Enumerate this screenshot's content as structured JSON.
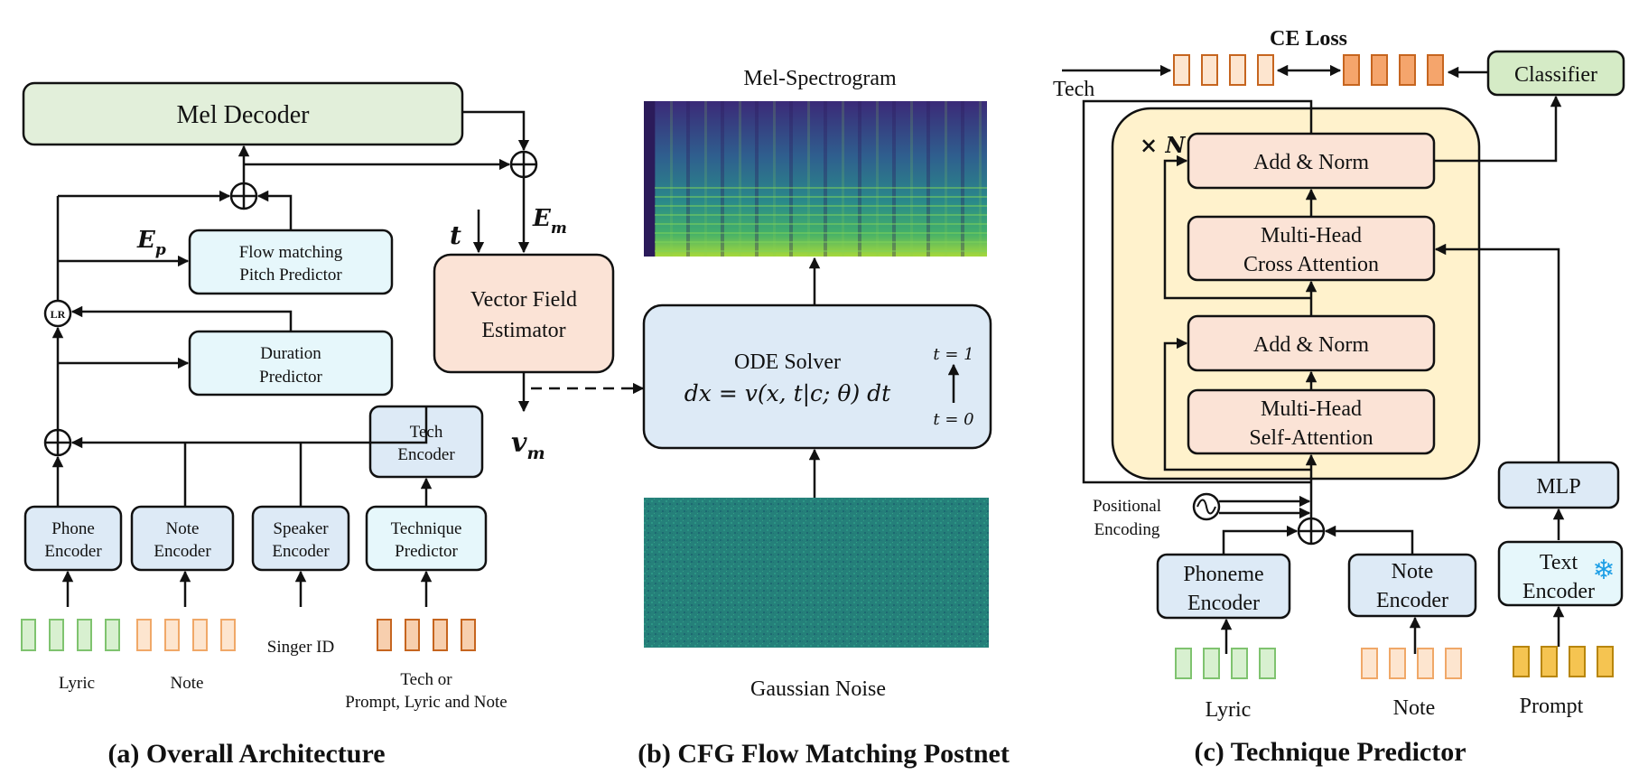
{
  "colors": {
    "mel_decoder_fill": "#e2efda",
    "light_blue_fill": "#ddeaf6",
    "cyan_fill": "#e6f7fb",
    "peach_fill": "#fbe3d6",
    "yellow_bg": "#fff2cc",
    "green_token": "#d8f0d0",
    "green_token_stroke": "#7fc36f",
    "light_orange_token": "#fde5cf",
    "light_orange_stroke": "#f0a868",
    "orange_token": "#f5a56c",
    "orange_token_stroke": "#c6651f",
    "yellow_token": "#f5c451",
    "yellow_token_stroke": "#b8860b",
    "classifier_fill": "#d5ebc6",
    "snowflake": "#1e9fe6",
    "spectrogram_low": "#3b1f6e",
    "spectrogram_high": "#a6d83b",
    "noise": "#25807a"
  },
  "panel_a": {
    "mel_decoder": "Mel Decoder",
    "ep_label": "E",
    "ep_sub": "p",
    "flow_pitch_line1": "Flow matching",
    "flow_pitch_line2": "Pitch Predictor",
    "lr_label": "LR",
    "duration_line1": "Duration",
    "duration_line2": "Predictor",
    "tech_encoder_line1": "Tech",
    "tech_encoder_line2": "Encoder",
    "phone_encoder_line1": "Phone",
    "phone_encoder_line2": "Encoder",
    "note_encoder_line1": "Note",
    "note_encoder_line2": "Encoder",
    "speaker_encoder_line1": "Speaker",
    "speaker_encoder_line2": "Encoder",
    "technique_predictor_line1": "Technique",
    "technique_predictor_line2": "Predictor",
    "input_lyric": "Lyric",
    "input_note": "Note",
    "input_singer": "Singer ID",
    "input_tech_line1": "Tech or",
    "input_tech_line2": "Prompt, Lyric and Note",
    "caption": "(a) Overall Architecture"
  },
  "panel_b": {
    "t_label": "t",
    "em_label": "E",
    "em_sub": "m",
    "vfe_line1": "Vector Field",
    "vfe_line2": "Estimator",
    "vm_label": "v",
    "vm_sub": "m",
    "mel_spectrogram": "Mel-Spectrogram",
    "ode_title": "ODE Solver",
    "ode_equation": "dx = v(x, t|c; θ) dt",
    "t_top": "t = 1",
    "t_bottom": "t = 0",
    "gaussian_noise": "Gaussian Noise",
    "caption": "(b) CFG Flow Matching Postnet"
  },
  "panel_c": {
    "ce_loss": "CE Loss",
    "tech": "Tech",
    "classifier": "Classifier",
    "times_n": "× N",
    "add_norm_top": "Add & Norm",
    "cross_attn_line1": "Multi-Head",
    "cross_attn_line2": "Cross Attention",
    "add_norm_bottom": "Add & Norm",
    "self_attn_line1": "Multi-Head",
    "self_attn_line2": "Self-Attention",
    "mlp": "MLP",
    "text_encoder_line1": "Text",
    "text_encoder_line2": "Encoder",
    "positional_line1": "Positional",
    "positional_line2": "Encoding",
    "phoneme_encoder_line1": "Phoneme",
    "phoneme_encoder_line2": "Encoder",
    "note_encoder_line1": "Note",
    "note_encoder_line2": "Encoder",
    "input_lyric": "Lyric",
    "input_note": "Note",
    "input_prompt": "Prompt",
    "caption": "(c) Technique Predictor"
  }
}
